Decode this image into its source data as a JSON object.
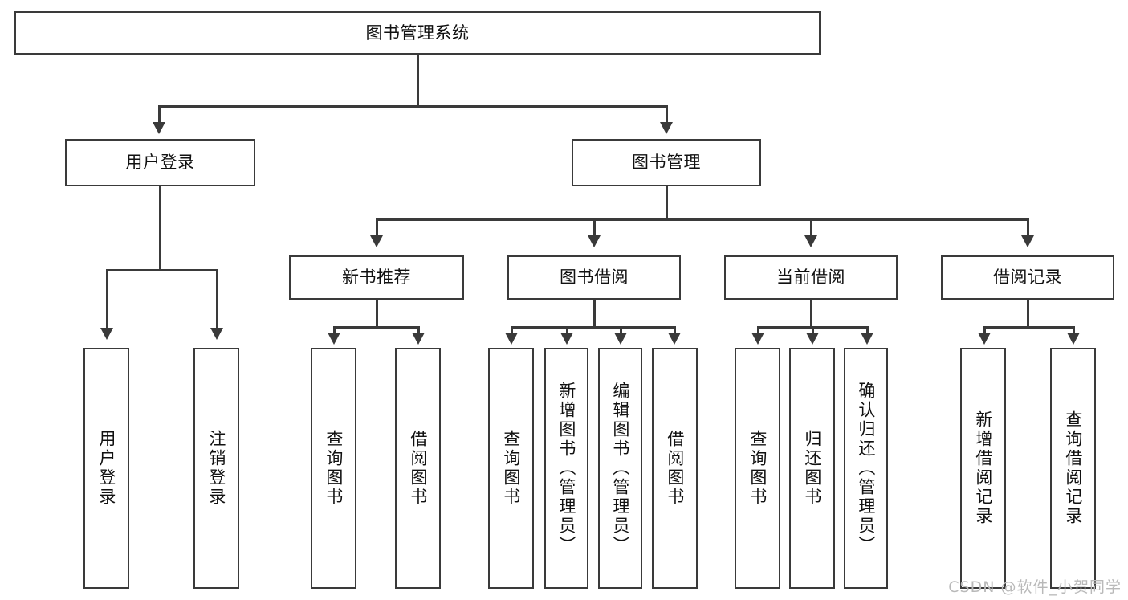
{
  "diagram": {
    "title": "图书管理系统",
    "type": "tree",
    "watermark": "CSDN @软件_小贺同学",
    "colors": {
      "stroke": "#3a3a3a",
      "text": "#111111",
      "background": "#ffffff",
      "watermark": "#b9b9b9"
    },
    "root": {
      "label": "图书管理系统"
    },
    "level1": [
      {
        "label": "用户登录"
      },
      {
        "label": "图书管理"
      }
    ],
    "level2": [
      {
        "label": "新书推荐"
      },
      {
        "label": "图书借阅"
      },
      {
        "label": "当前借阅"
      },
      {
        "label": "借阅记录"
      }
    ],
    "leaves": {
      "user_login": [
        {
          "label": "用户登录"
        },
        {
          "label": "注销登录"
        }
      ],
      "new_book": [
        {
          "label": "查询图书"
        },
        {
          "label": "借阅图书"
        }
      ],
      "book_borrow": [
        {
          "label": "查询图书"
        },
        {
          "label": "新增图书（管理员）"
        },
        {
          "label": "编辑图书（管理员）"
        },
        {
          "label": "借阅图书"
        }
      ],
      "current_borrow": [
        {
          "label": "查询图书"
        },
        {
          "label": "归还图书"
        },
        {
          "label": "确认归还（管理员）"
        }
      ],
      "borrow_record": [
        {
          "label": "新增借阅记录"
        },
        {
          "label": "查询借阅记录"
        }
      ]
    }
  }
}
